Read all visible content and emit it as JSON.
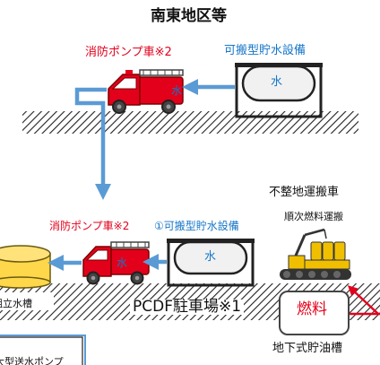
{
  "title": "南東地区等",
  "upper": {
    "pump_label": "消防ポンプ車※2",
    "storage_label": "可搬型貯水設備",
    "water_text": "水",
    "pump_water_text": "水"
  },
  "lower": {
    "pump_label": "消防ポンプ車※2",
    "storage_label": "①可搬型貯水設備",
    "water_text": "水",
    "pump_water_text": "水",
    "rough_vehicle_label": "不整地運搬車",
    "rough_vehicle_sub": "順次燃料運搬",
    "fuel_text": "燃料",
    "tank_cut_label": "組立水槽",
    "parking_label": "PCDF駐車場※1",
    "underground_label": "地下式貯油槽",
    "bottom_cut_label": "大型送水ポンプ"
  },
  "colors": {
    "pump_label": "#e3001b",
    "storage_label": "#1576c8",
    "arrow": "#5b9bd5",
    "fuel_arrow": "#e3001b",
    "tank_yellow": "#ffd74a"
  }
}
